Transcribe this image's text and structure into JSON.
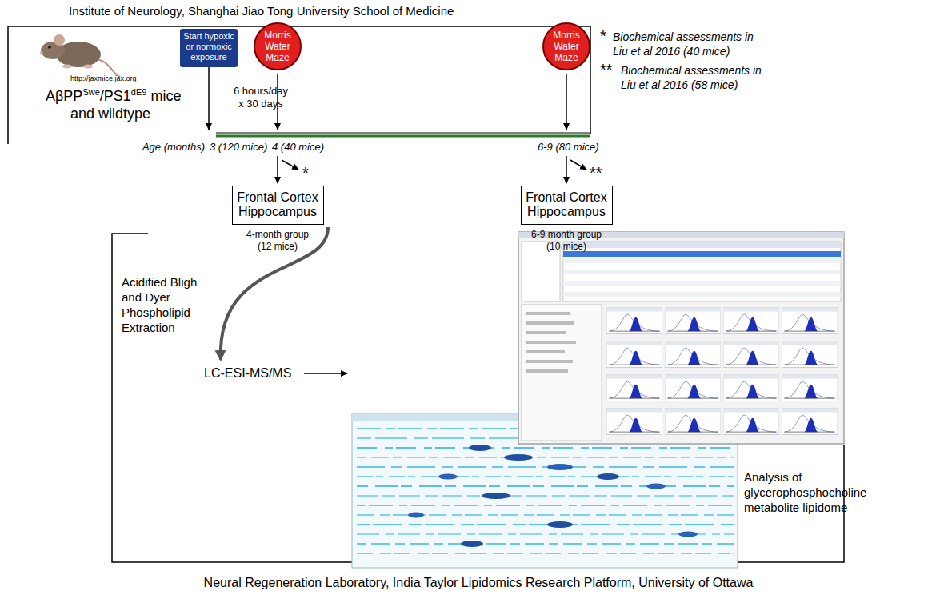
{
  "diagram": {
    "nodes": [
      {
        "text": [
          "Start hypoxic or normoxic exposure"
        ]
      },
      {
        "text": [
          "Morris Water Maze"
        ]
      },
      {
        "text": [
          "Morris Water Maze"
        ]
      },
      {
        "text": [
          "Frontal Cortex Hippocampus"
        ]
      },
      {
        "text": [
          "Frontal Cortex Hippocampus"
        ]
      }
    ],
    "labels": [
      "Institute of Neurology, Shanghai Jiao Tong University School of Medicine",
      "http://jaxmice.jax.org",
      "AβPP",
      "Swe",
      "/PS1",
      "dE9",
      "mice",
      "and wildtype",
      "6 hours/day x 30 days",
      "Age (months)",
      "3 (120 mice)",
      "4 (40 mice)",
      "6-9 (80 mice)",
      "*",
      "**",
      "4-month group (12 mice)",
      "6-9 month group (10 mice)",
      "*",
      "Biochemical assessments in Liu et al 2016 (40 mice)",
      "**",
      "Biochemical assessments in Liu et al 2016 (58 mice)",
      "Acidified Bligh and Dyer Phospholipid Extraction",
      "LC-ESI-MS/MS",
      "Analysis of glycerophosphocholine metabolite lipidome",
      "Neural Regeneration Laboratory, India Taylor Lipidomics Research Platform, University of Ottawa"
    ]
  }
}
